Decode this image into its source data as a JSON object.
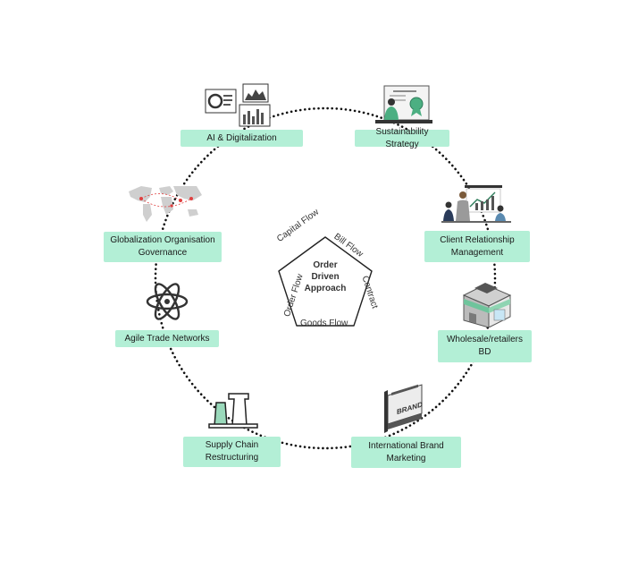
{
  "center": {
    "title": "Order\nDriven\nApproach",
    "edges": {
      "capital": "Capital Flow",
      "bill": "Bill Flow",
      "contract": "Contract",
      "goods": "Goods Flow",
      "order": "Order Flow"
    }
  },
  "nodes": {
    "ai": "AI & Digitalization",
    "sustainability": "Sustainability Strategy",
    "client": "Client Relationship\nManagement",
    "wholesale": "Wholesale/retailers\nBD",
    "brand": "International Brand\nMarketing",
    "supply": "Supply Chain\nRestructuring",
    "agile": "Agile Trade Networks",
    "global": "Globalization Organisation\nGovernance"
  },
  "icons": {
    "brand_sign": "BRAND"
  },
  "colors": {
    "node_fill": "#b3efd6",
    "ring": "#111111"
  }
}
